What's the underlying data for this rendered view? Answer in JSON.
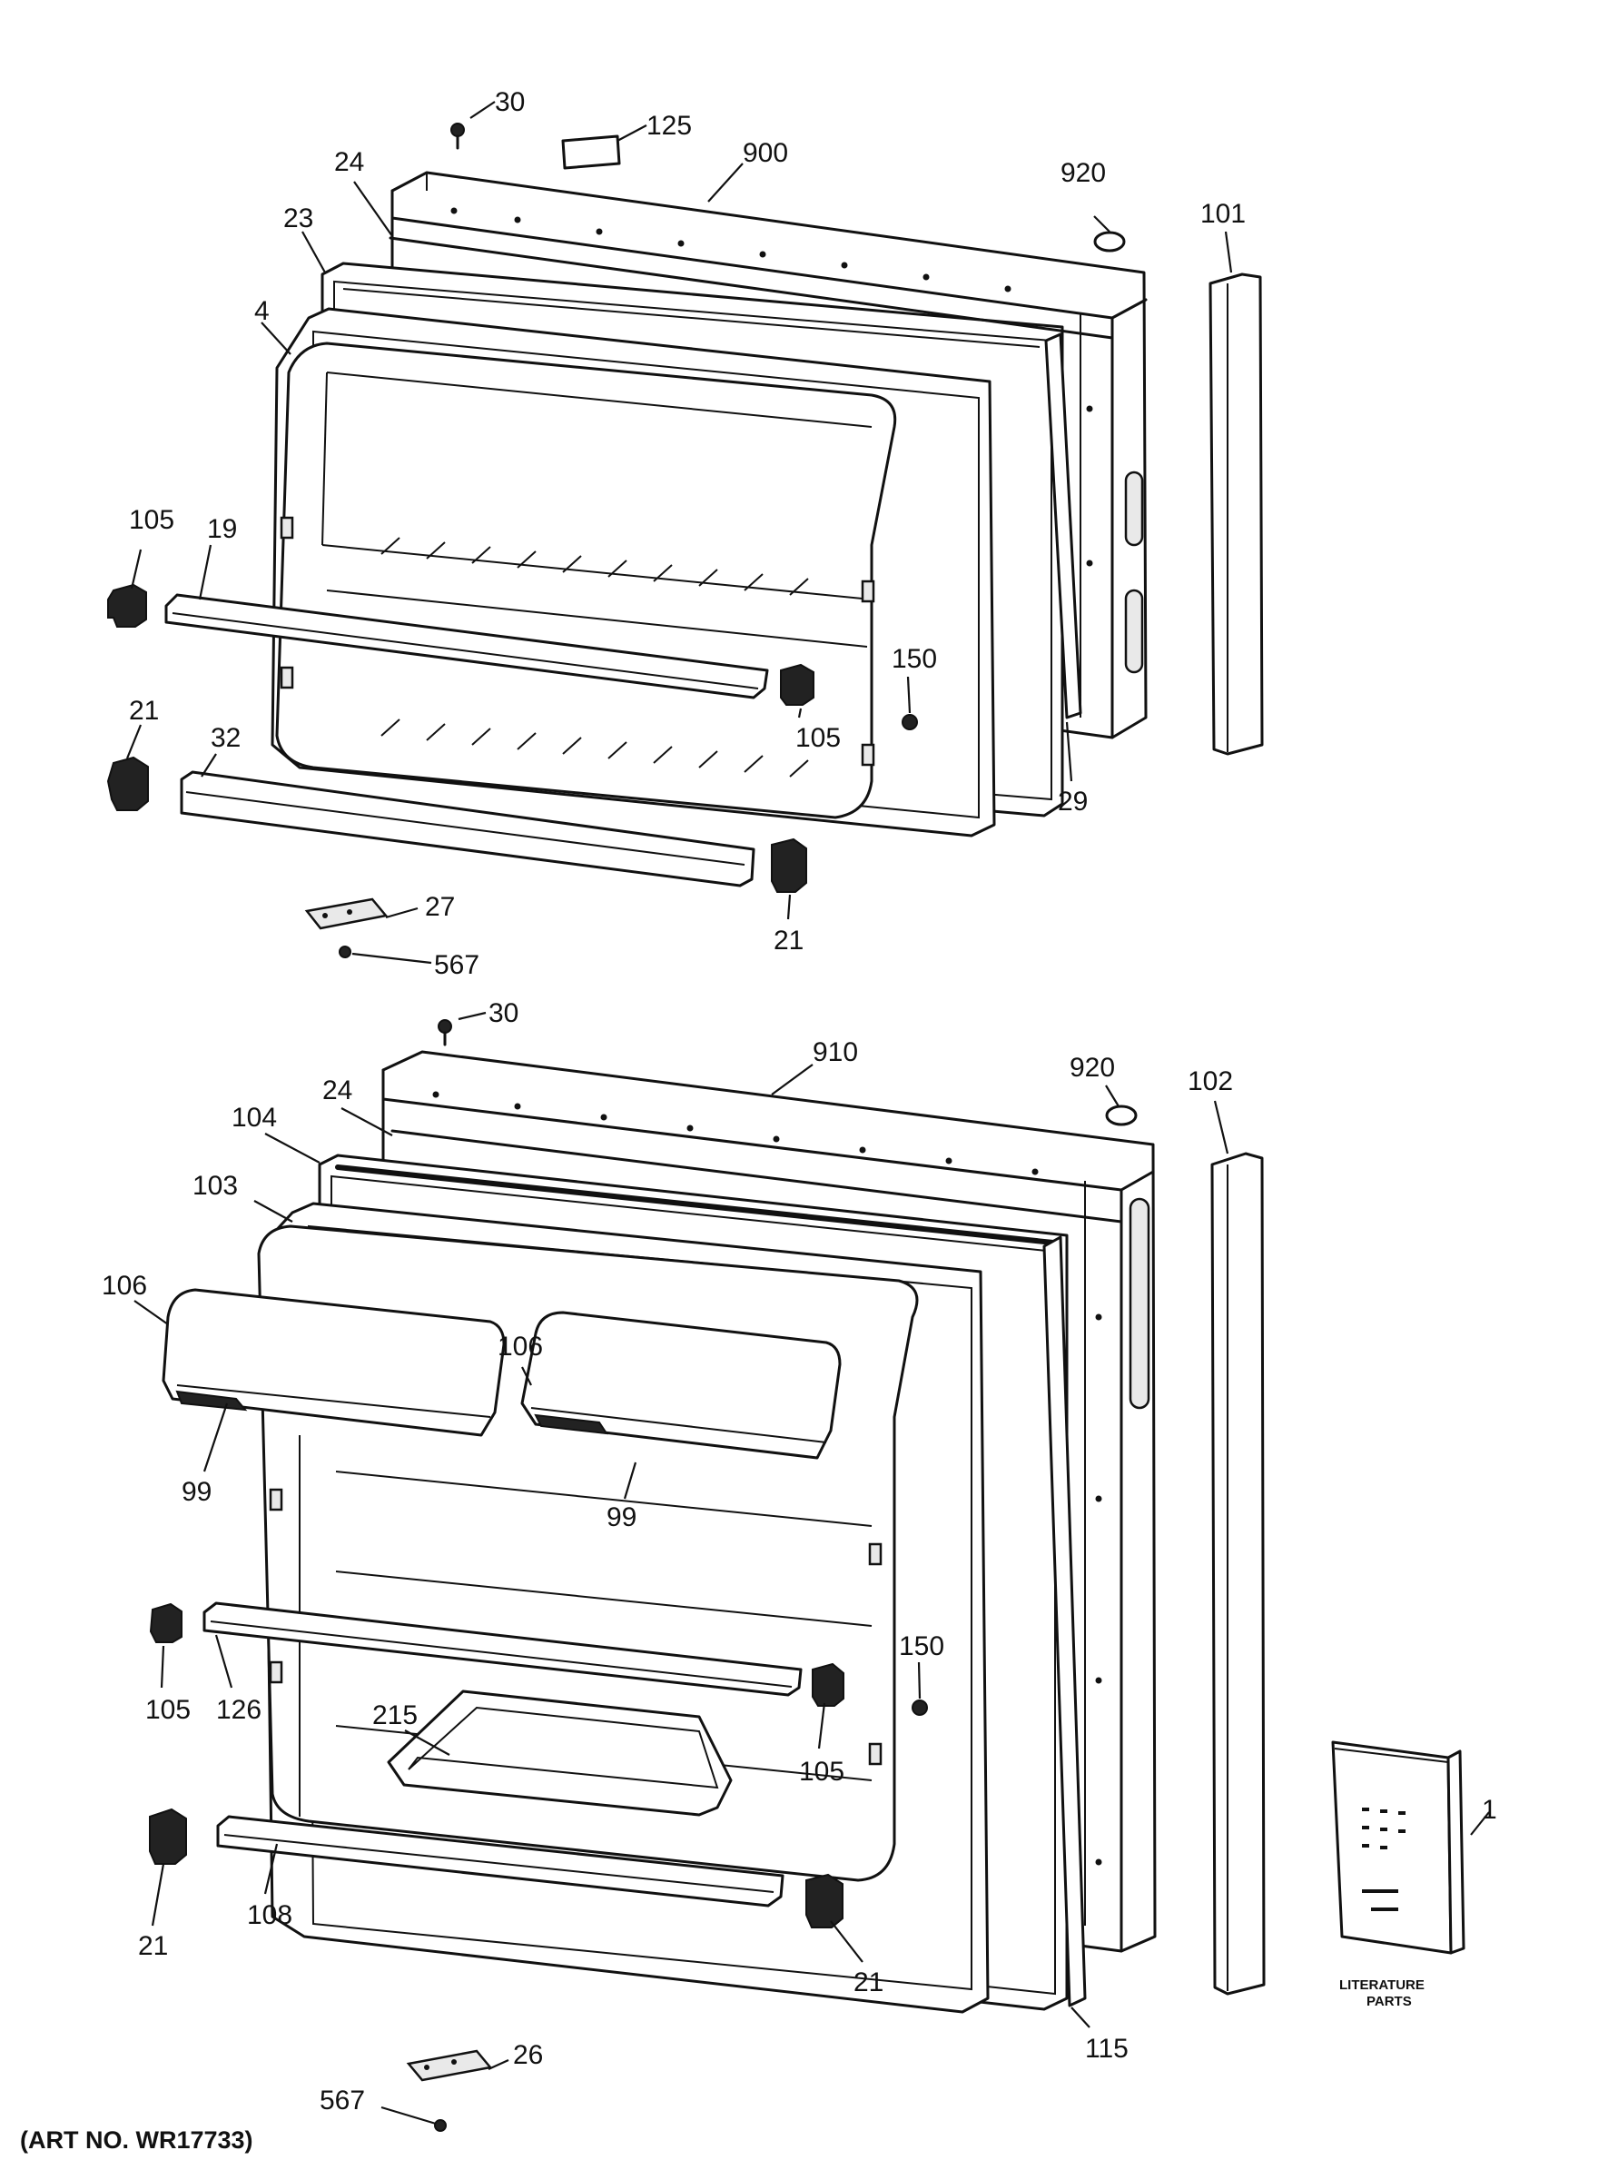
{
  "diagram": {
    "art_number": "(ART NO. WR17733)",
    "upper_door_callouts": {
      "c30": "30",
      "c125": "125",
      "c900": "900",
      "c920": "920",
      "c101": "101",
      "c24": "24",
      "c23": "23",
      "c4": "4",
      "c105a": "105",
      "c19": "19",
      "c150": "150",
      "c105b": "105",
      "c21a": "21",
      "c32": "32",
      "c29": "29",
      "c27": "27",
      "c567": "567",
      "c21b": "21"
    },
    "lower_door_callouts": {
      "c30": "30",
      "c910": "910",
      "c920": "920",
      "c102": "102",
      "c24": "24",
      "c104": "104",
      "c103": "103",
      "c106a": "106",
      "c106b": "106",
      "c99a": "99",
      "c99b": "99",
      "c105a": "105",
      "c126": "126",
      "c215": "215",
      "c150": "150",
      "c105b": "105",
      "c21a": "21",
      "c108": "108",
      "c21b": "21",
      "c115": "115",
      "c1": "1",
      "c26": "26",
      "c567": "567"
    },
    "literature_label_line1": "LITERATURE",
    "literature_label_line2": "PARTS"
  }
}
